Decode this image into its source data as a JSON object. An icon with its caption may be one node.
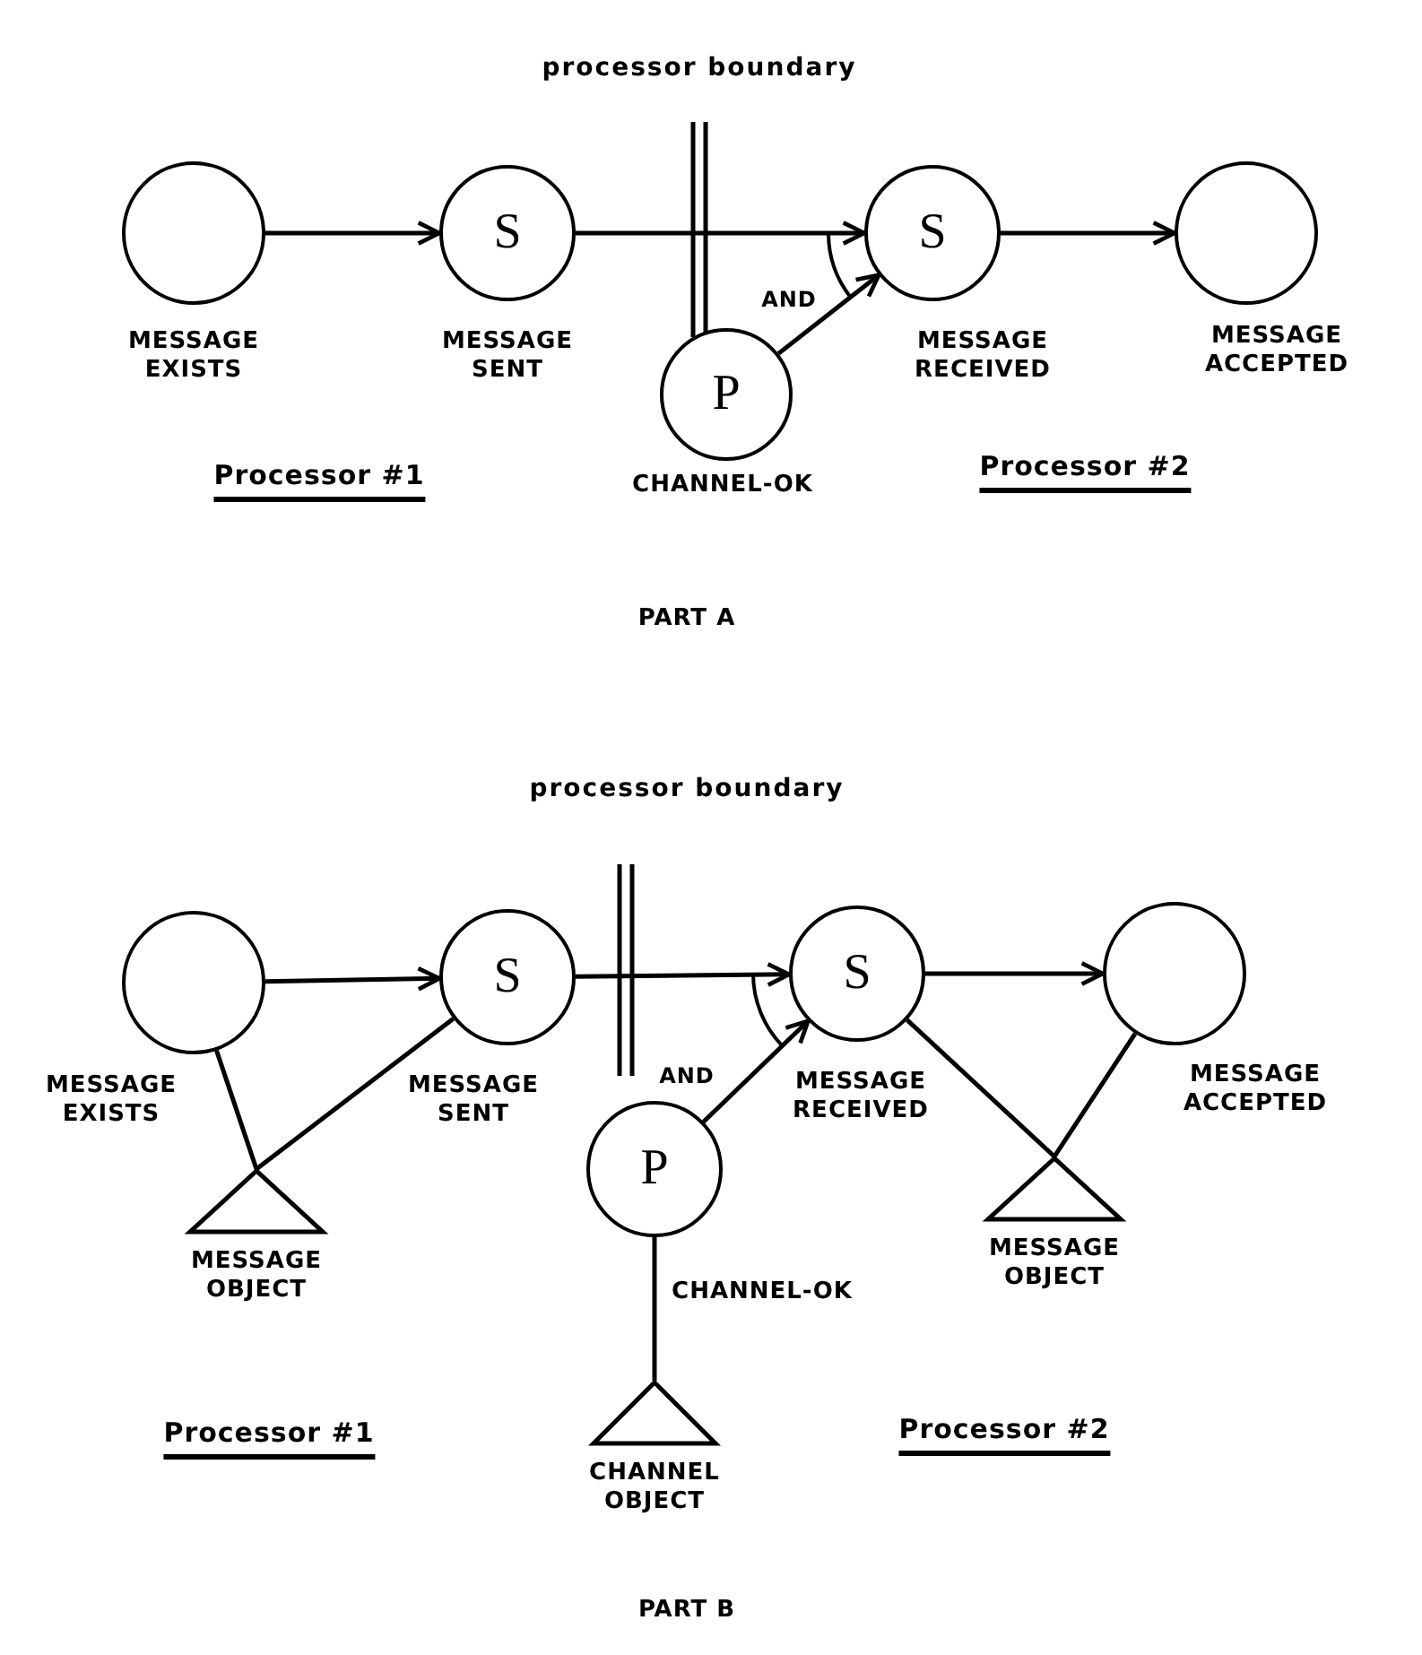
{
  "diagram": {
    "nodes": [
      {
        "text": [],
        "shape": "circle",
        "beside": [
          "MESSAGE EXISTS"
        ]
      },
      {
        "text": [
          "S"
        ],
        "beside": [
          "MESSAGE SENT"
        ]
      },
      {
        "text": [
          "S"
        ],
        "beside": [
          "MESSAGE RECEIVED"
        ]
      },
      {
        "text": [],
        "shape": "circle",
        "beside": [
          "MESSAGE ACCEPTED"
        ]
      },
      {
        "text": [
          "P"
        ],
        "beside": [
          "CHANNEL-OK"
        ]
      },
      {
        "text": [],
        "shape": "circle",
        "beside": [
          "MESSAGE EXISTS"
        ]
      },
      {
        "text": [
          "S"
        ],
        "beside": [
          "MESSAGE SENT"
        ]
      },
      {
        "text": [
          "S"
        ],
        "beside": [
          "MESSAGE RECEIVED"
        ]
      },
      {
        "text": [],
        "shape": "circle",
        "beside": [
          "MESSAGE ACCEPTED"
        ]
      },
      {
        "text": [
          "P"
        ],
        "beside": [
          "CHANNEL-OK"
        ]
      },
      {
        "text": [],
        "shape": "triangle",
        "beside": [
          "MESSAGE OBJECT"
        ]
      },
      {
        "text": [],
        "shape": "triangle",
        "beside": [
          "MESSAGE OBJECT"
        ]
      },
      {
        "text": [],
        "shape": "triangle",
        "beside": [
          "CHANNEL OBJECT"
        ]
      }
    ],
    "edges": [
      {
        "from": 0,
        "to": 1,
        "arrow": "to"
      },
      {
        "from": 1,
        "to": 2,
        "arrow": "to"
      },
      {
        "from": 4,
        "to": 2,
        "arrow": "to"
      },
      {
        "from": 2,
        "to": 3,
        "arrow": "to"
      },
      {
        "from": 5,
        "to": 6,
        "arrow": "to"
      },
      {
        "from": 6,
        "to": 7,
        "arrow": "to"
      },
      {
        "from": 9,
        "to": 7,
        "arrow": "to"
      },
      {
        "from": 7,
        "to": 8,
        "arrow": "to"
      },
      {
        "from": 10,
        "to": 5,
        "arrow": "none"
      },
      {
        "from": 10,
        "to": 6,
        "arrow": "none"
      },
      {
        "from": 11,
        "to": 7,
        "arrow": "none"
      },
      {
        "from": 11,
        "to": 8,
        "arrow": "none"
      },
      {
        "from": 12,
        "to": 9,
        "arrow": "none"
      }
    ],
    "labels": [
      "processor boundary",
      "AND",
      "Processor #1",
      "Processor #2",
      "PART A",
      "processor boundary",
      "AND",
      "Processor #1",
      "Processor #2",
      "PART B"
    ]
  }
}
